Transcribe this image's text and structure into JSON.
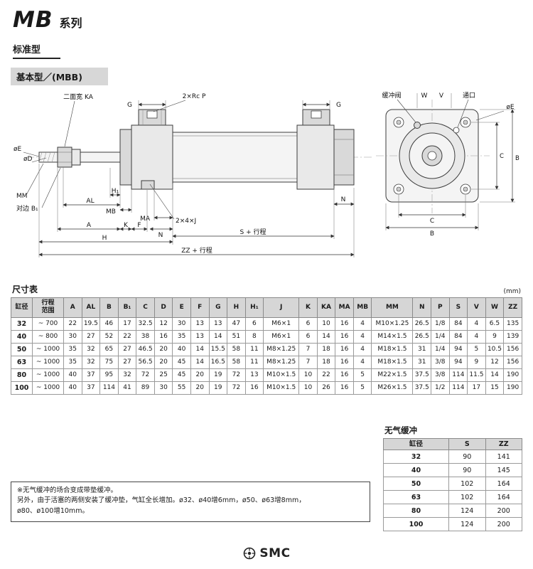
{
  "page": {
    "title_main": "MB",
    "title_suffix": "系列",
    "section_label": "标准型",
    "subsection_label": "基本型／(MBB)"
  },
  "drawing": {
    "side": {
      "ka": "二面宽 KA",
      "rc_p": "2×Rc P",
      "g_left": "G",
      "g_right": "G",
      "oe": "øE",
      "od": "øD",
      "mm": "MM",
      "h1": "H₁",
      "al": "AL",
      "b1": "对边 B₁",
      "mb": "MB",
      "ma": "MA",
      "j": "2×4×J",
      "n_left": "N",
      "n_right": "N",
      "a": "A",
      "k": "K",
      "f": "F",
      "h": "H",
      "s_stroke": "S + 行程",
      "zz_stroke": "ZZ + 行程"
    },
    "end": {
      "cushion_valve": "缓冲阀",
      "w": "W",
      "v": "V",
      "port": "通口",
      "oe": "øE",
      "c_side": "C",
      "b_side": "B",
      "c_bottom": "C",
      "b_bottom": "B"
    }
  },
  "dim_table": {
    "title": "尺寸表",
    "unit": "(mm)",
    "headers": [
      "缸径",
      "行程\n范围",
      "A",
      "AL",
      "B",
      "B₁",
      "C",
      "D",
      "E",
      "F",
      "G",
      "H",
      "H₁",
      "J",
      "K",
      "KA",
      "MA",
      "MB",
      "MM",
      "N",
      "P",
      "S",
      "V",
      "W",
      "ZZ"
    ],
    "rows": [
      [
        "32",
        "~ 700",
        "22",
        "19.5",
        "46",
        "17",
        "32.5",
        "12",
        "30",
        "13",
        "13",
        "47",
        "6",
        "M6×1",
        "6",
        "10",
        "16",
        "4",
        "M10×1.25",
        "26.5",
        "1/8",
        "84",
        "4",
        "6.5",
        "135"
      ],
      [
        "40",
        "~ 800",
        "30",
        "27",
        "52",
        "22",
        "38",
        "16",
        "35",
        "13",
        "14",
        "51",
        "8",
        "M6×1",
        "6",
        "14",
        "16",
        "4",
        "M14×1.5",
        "26.5",
        "1/4",
        "84",
        "4",
        "9",
        "139"
      ],
      [
        "50",
        "~ 1000",
        "35",
        "32",
        "65",
        "27",
        "46.5",
        "20",
        "40",
        "14",
        "15.5",
        "58",
        "11",
        "M8×1.25",
        "7",
        "18",
        "16",
        "4",
        "M18×1.5",
        "31",
        "1/4",
        "94",
        "5",
        "10.5",
        "156"
      ],
      [
        "63",
        "~ 1000",
        "35",
        "32",
        "75",
        "27",
        "56.5",
        "20",
        "45",
        "14",
        "16.5",
        "58",
        "11",
        "M8×1.25",
        "7",
        "18",
        "16",
        "4",
        "M18×1.5",
        "31",
        "3/8",
        "94",
        "9",
        "12",
        "156"
      ],
      [
        "80",
        "~ 1000",
        "40",
        "37",
        "95",
        "32",
        "72",
        "25",
        "45",
        "20",
        "19",
        "72",
        "13",
        "M10×1.5",
        "10",
        "22",
        "16",
        "5",
        "M22×1.5",
        "37.5",
        "3/8",
        "114",
        "11.5",
        "14",
        "190"
      ],
      [
        "100",
        "~ 1000",
        "40",
        "37",
        "114",
        "41",
        "89",
        "30",
        "55",
        "20",
        "19",
        "72",
        "16",
        "M10×1.5",
        "10",
        "26",
        "16",
        "5",
        "M26×1.5",
        "37.5",
        "1/2",
        "114",
        "17",
        "15",
        "190"
      ]
    ]
  },
  "cushion_table": {
    "title": "无气缓冲",
    "headers": [
      "缸径",
      "S",
      "ZZ"
    ],
    "rows": [
      [
        "32",
        "90",
        "141"
      ],
      [
        "40",
        "90",
        "145"
      ],
      [
        "50",
        "102",
        "164"
      ],
      [
        "63",
        "102",
        "164"
      ],
      [
        "80",
        "124",
        "200"
      ],
      [
        "100",
        "124",
        "200"
      ]
    ]
  },
  "note": {
    "lines": [
      "※无气缓冲的场合变成带垫缓冲。",
      "另外，由于活塞的两侧安装了缓冲垫，气缸全长增加。ø32、ø40增6mm，ø50、ø63增8mm，",
      "ø80、ø100增10mm。"
    ]
  },
  "footer": {
    "logo_text": "SMC"
  }
}
